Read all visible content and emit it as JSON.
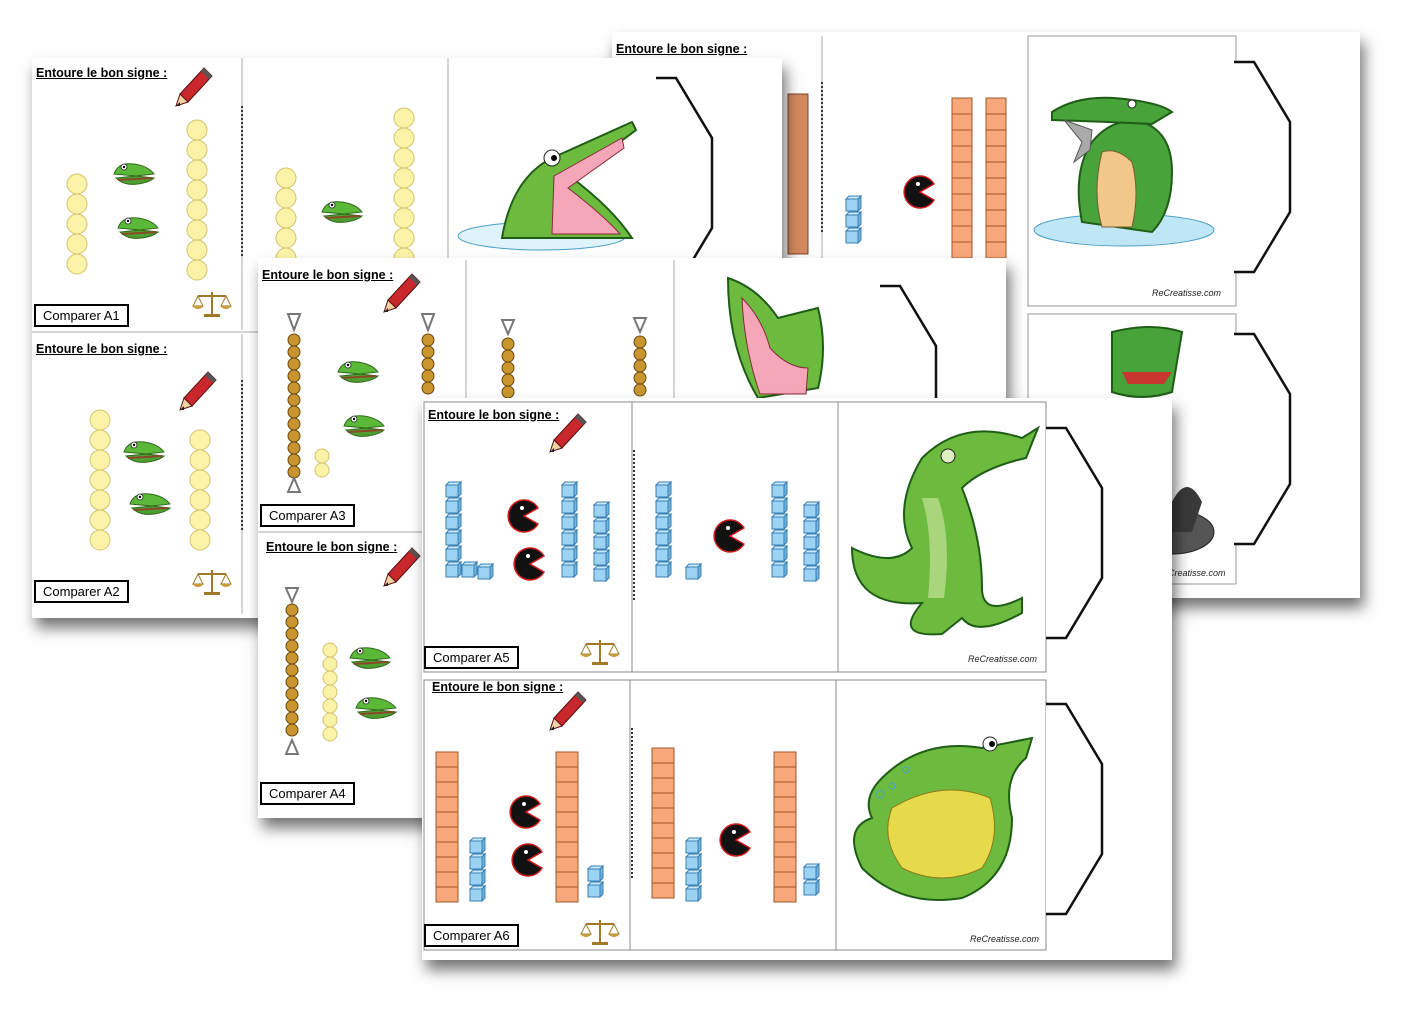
{
  "colors": {
    "bead_fill": "#fdf3a8",
    "bead_stroke": "#d4c36a",
    "croc_green": "#5cb839",
    "block_blue": "#9cd2f2",
    "block_orange": "#f7a77a",
    "block_brown": "#d48a5e",
    "gold_bead": "#c9952f",
    "cardboard_line": "#111111"
  },
  "icons": [
    "pencil-icon",
    "balance-scale-icon",
    "crocodile-mouth-icon",
    "pacman-mouth-icon",
    "crocodile-illustration-icon",
    "tab-flap-icon"
  ],
  "sheets": {
    "back_right": {
      "header": "Entoure le bon signe :",
      "credit_top": "ReCreatisse.com",
      "credit_bottom": "Creatisse.com"
    },
    "a1": {
      "header": "Entoure le bon signe :",
      "label": "Comparer A1"
    },
    "a2": {
      "header": "Entoure le bon signe :",
      "label": "Comparer A2"
    },
    "a3": {
      "header": "Entoure le bon signe :",
      "label": "Comparer A3"
    },
    "a4": {
      "header": "Entoure le bon signe :",
      "label": "Comparer A4"
    },
    "a5": {
      "header": "Entoure le bon signe :",
      "label": "Comparer A5",
      "credit": "ReCreatisse.com"
    },
    "a6": {
      "header": "Entoure le bon signe :",
      "label": "Comparer A6",
      "credit": "ReCreatisse.com"
    }
  }
}
